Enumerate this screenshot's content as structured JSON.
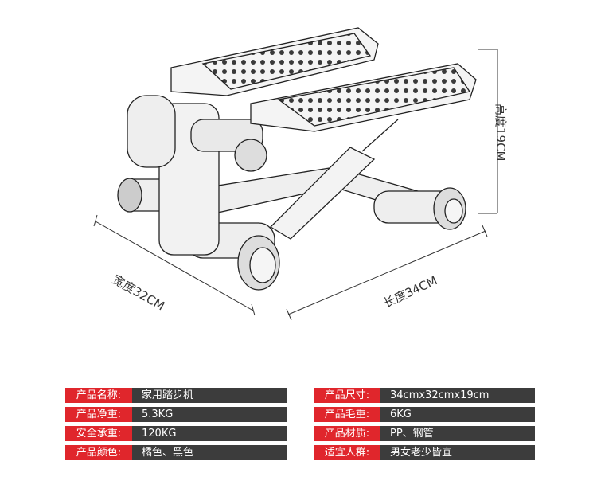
{
  "dimensions": {
    "width_label": "宽度32CM",
    "length_label": "长度34CM",
    "height_label": "高度19CM"
  },
  "specs_left": [
    {
      "key": "产品名称:",
      "value": "家用踏步机"
    },
    {
      "key": "产品净重:",
      "value": "5.3KG"
    },
    {
      "key": "安全承重:",
      "value": "120KG"
    },
    {
      "key": "产品颜色:",
      "value": "橘色、黑色"
    }
  ],
  "specs_right": [
    {
      "key": "产品尺寸:",
      "value": "34cmx32cmx19cm"
    },
    {
      "key": "产品毛重:",
      "value": "6KG"
    },
    {
      "key": "产品材质:",
      "value": "PP、钢管"
    },
    {
      "key": "适宜人群:",
      "value": "男女老少皆宜"
    }
  ],
  "colors": {
    "key_bg": "#e0262c",
    "value_bg": "#3c3c3c"
  }
}
